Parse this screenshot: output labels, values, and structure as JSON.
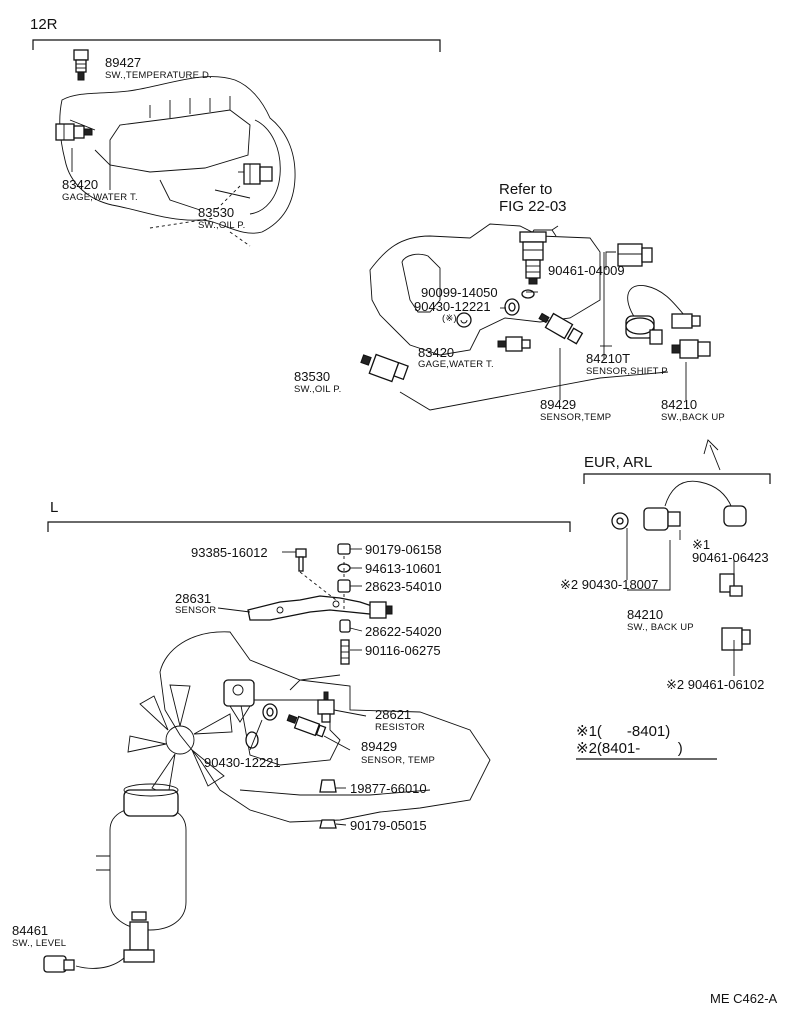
{
  "sections": {
    "s12r": "12R",
    "l": "L",
    "eur": "EUR, ARL"
  },
  "parts": {
    "p89427": {
      "num": "89427",
      "name": "SW.,TEMPERATURE D."
    },
    "p83420_top": {
      "num": "83420",
      "name": "GAGE,WATER T."
    },
    "p83530_top": {
      "num": "83530",
      "name": "SW.,OIL P."
    },
    "refer": {
      "line1": "Refer to",
      "line2": "FIG 22-03"
    },
    "p90461_04009": {
      "num": "90461-04009"
    },
    "p90099_14050": {
      "num": "90099-14050"
    },
    "p90430_12221_mid": {
      "num": "90430-12221",
      "mark": "(※)"
    },
    "p83420_mid": {
      "num": "83420",
      "name": "GAGE,WATER T."
    },
    "p84210t": {
      "num": "84210T",
      "name": "SENSOR,SHIFT P"
    },
    "p83530_mid": {
      "num": "83530",
      "name": "SW.,OIL P."
    },
    "p89429_mid": {
      "num": "89429",
      "name": "SENSOR,TEMP"
    },
    "p84210_mid": {
      "num": "84210",
      "name": "SW.,BACK UP"
    },
    "p93385": {
      "num": "93385-16012"
    },
    "p90179_06158": {
      "num": "90179-06158"
    },
    "p94613": {
      "num": "94613-10601"
    },
    "p28623": {
      "num": "28623-54010"
    },
    "p28631": {
      "num": "28631",
      "name": "SENSOR"
    },
    "p28622": {
      "num": "28622-54020"
    },
    "p90116": {
      "num": "90116-06275"
    },
    "p28621": {
      "num": "28621",
      "name": "RESISTOR"
    },
    "p89429_low": {
      "num": "89429",
      "name": "SENSOR, TEMP"
    },
    "p90430_12221_low": {
      "num": "90430-12221"
    },
    "p19877": {
      "num": "19877-66010"
    },
    "p90179_05015": {
      "num": "90179-05015"
    },
    "p84461": {
      "num": "84461",
      "name": "SW., LEVEL"
    },
    "eur1": {
      "mark": "※1",
      "num": "90461-06423"
    },
    "eur2": {
      "num": "※2 90430-18007"
    },
    "eur84210": {
      "num": "84210",
      "name": "SW., BACK UP"
    },
    "eur3": {
      "num": "※2 90461-06102"
    }
  },
  "legend": {
    "line1": "※1(      -8401)",
    "line2": "※2(8401-         )"
  },
  "footer": {
    "code": "ME  C462-A"
  }
}
